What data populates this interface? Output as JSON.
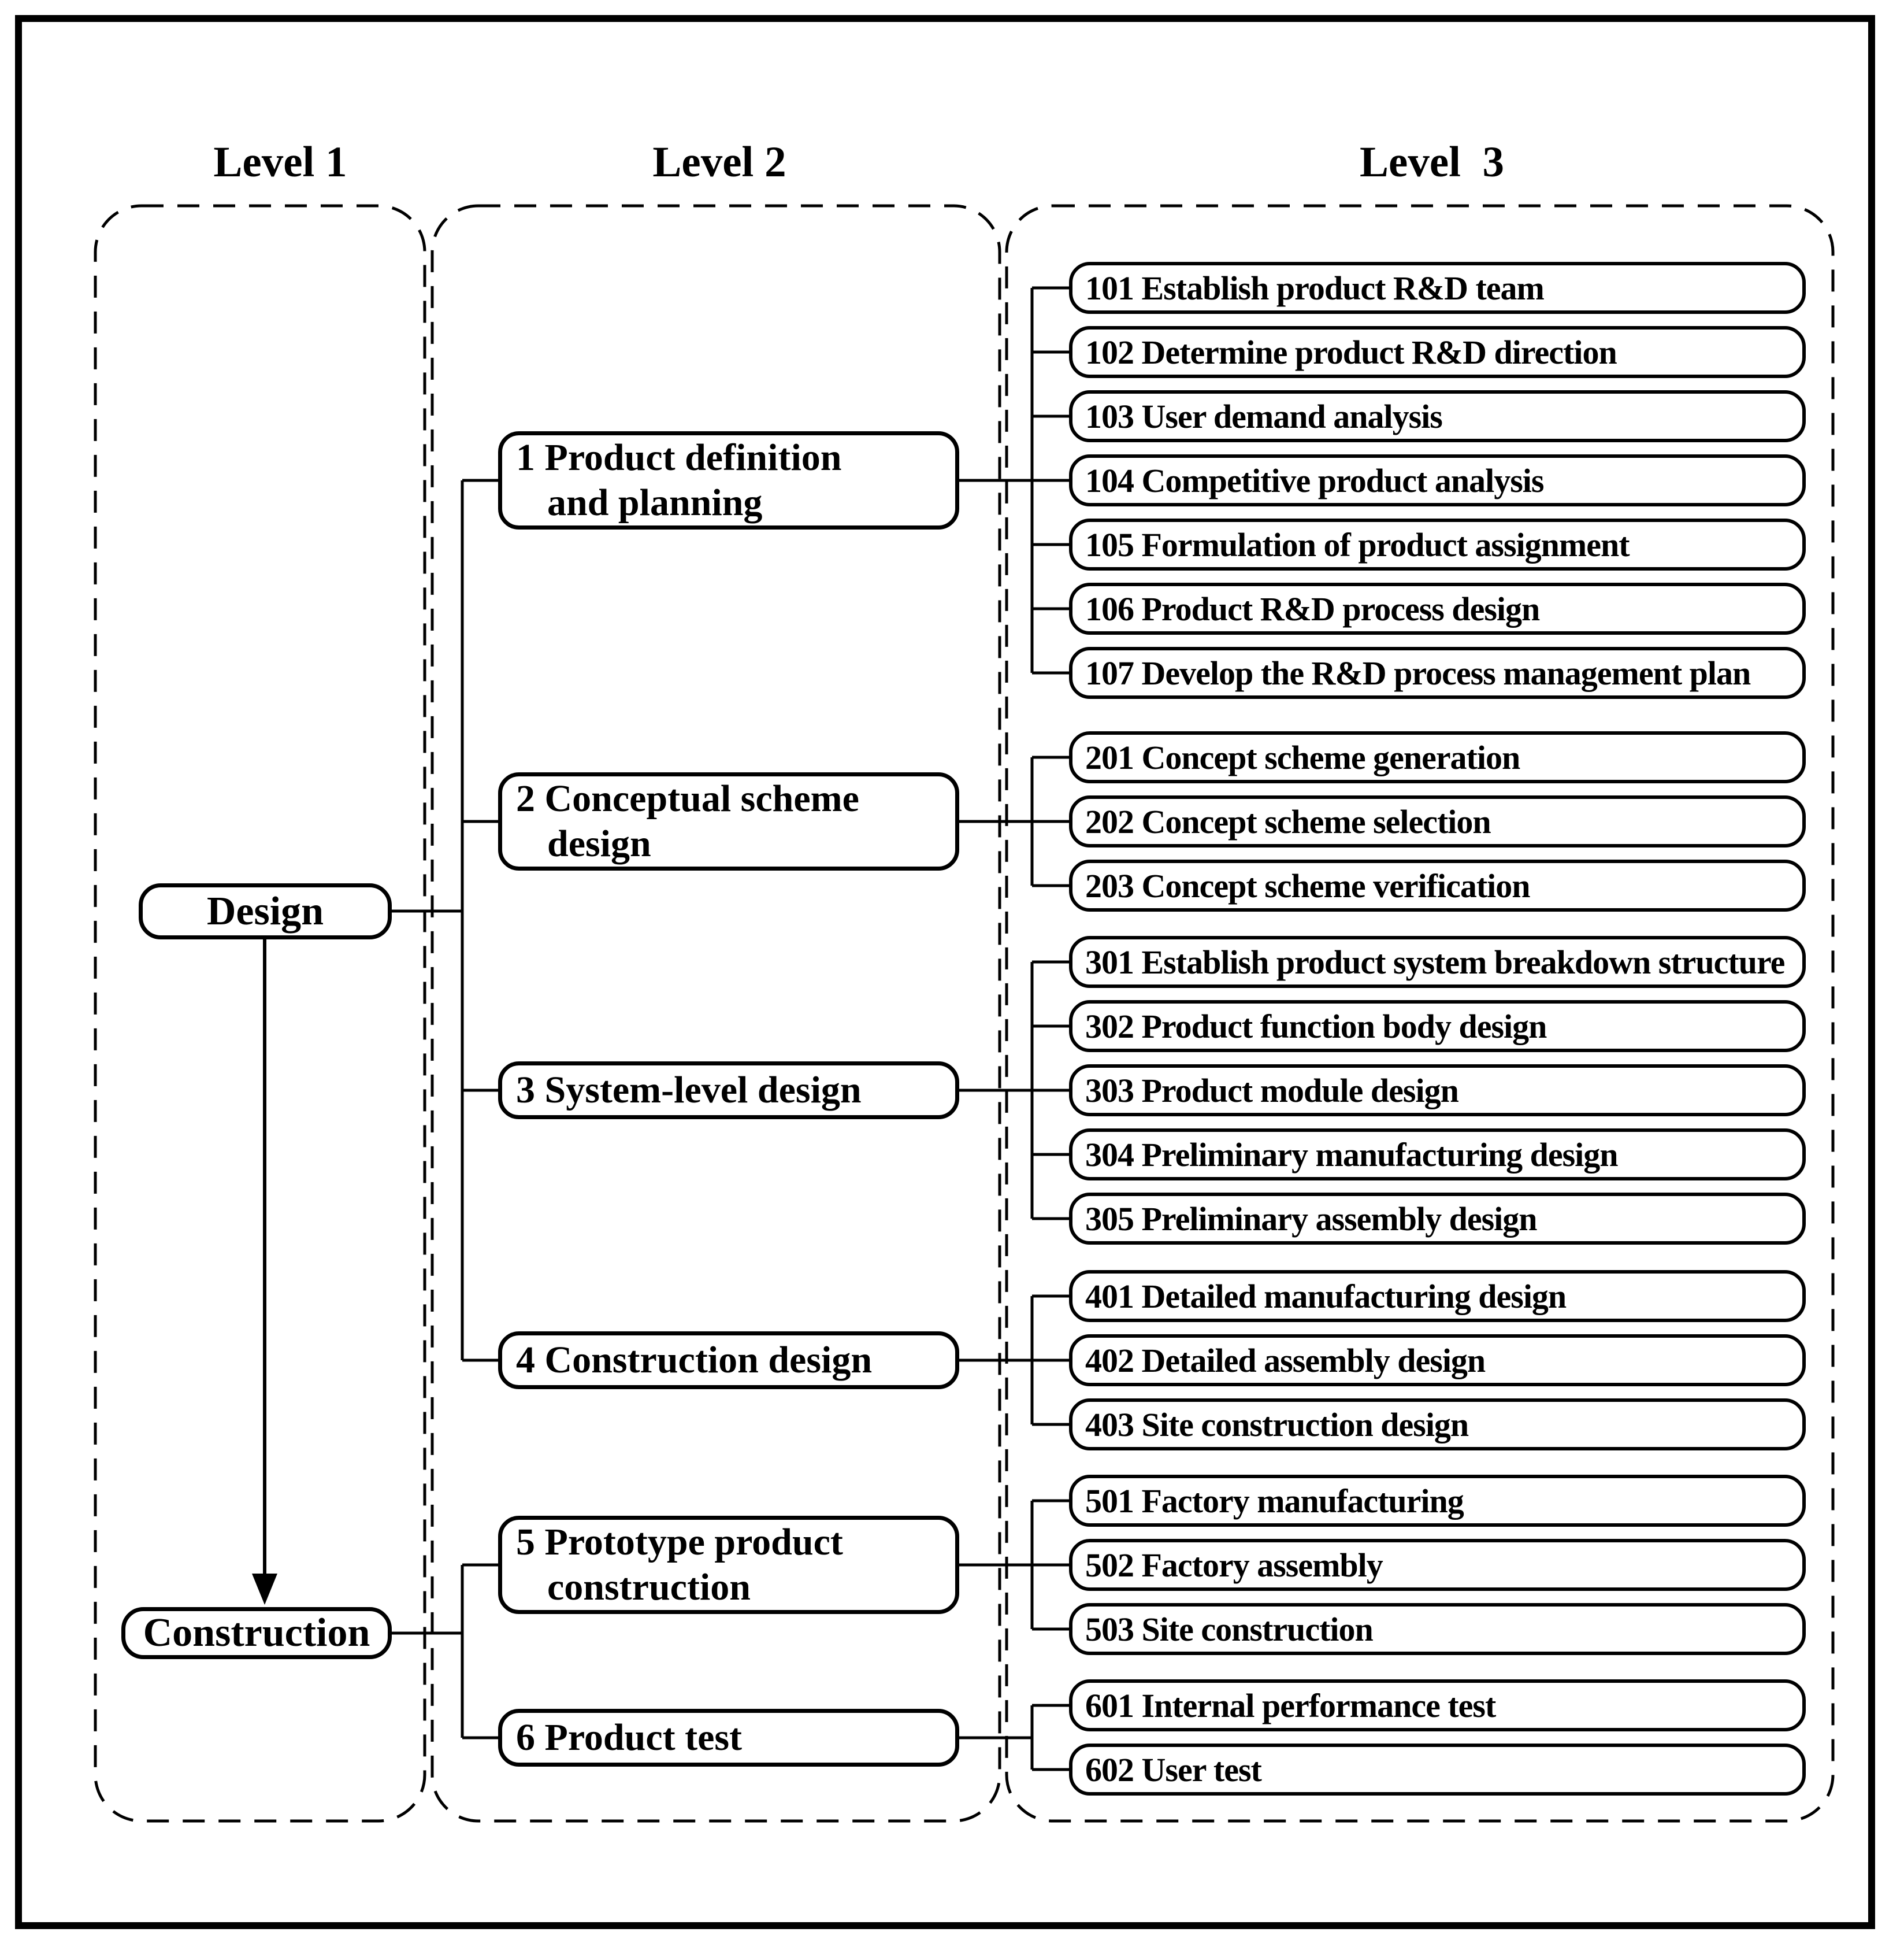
{
  "colors": {
    "ink": "#000000",
    "paper": "#ffffff"
  },
  "headers": [
    "Level 1",
    "Level 2",
    "Level  3"
  ],
  "level1": [
    {
      "label": "Design"
    },
    {
      "label": "Construction"
    }
  ],
  "level2": [
    {
      "parent": "Design",
      "label": "1 Product definition and planning",
      "lines": [
        "1 Product definition",
        "and planning"
      ],
      "items": [
        "101 Establish product R&D team",
        "102 Determine product R&D direction",
        "103 User demand analysis",
        "104 Competitive product analysis",
        "105 Formulation of product assignment",
        "106 Product R&D process design",
        "107 Develop the R&D process management plan"
      ]
    },
    {
      "parent": "Design",
      "label": "2 Conceptual scheme design",
      "lines": [
        "2 Conceptual scheme",
        "design"
      ],
      "items": [
        "201 Concept scheme generation",
        "202 Concept scheme selection",
        "203 Concept scheme verification"
      ]
    },
    {
      "parent": "Design",
      "label": "3 System-level design",
      "lines": [
        "3 System-level design"
      ],
      "items": [
        "301 Establish product system breakdown structure",
        "302 Product function body design",
        "303 Product module design",
        "304 Preliminary manufacturing design",
        "305 Preliminary assembly design"
      ]
    },
    {
      "parent": "Design",
      "label": "4 Construction design",
      "lines": [
        "4 Construction design"
      ],
      "items": [
        "401 Detailed manufacturing design",
        "402 Detailed assembly design",
        "403 Site construction design"
      ]
    },
    {
      "parent": "Construction",
      "label": "5 Prototype product construction",
      "lines": [
        "5 Prototype product",
        "construction"
      ],
      "items": [
        "501 Factory manufacturing",
        "502 Factory assembly",
        "503 Site construction"
      ]
    },
    {
      "parent": "Construction",
      "label": "6 Product test",
      "lines": [
        "6 Product test"
      ],
      "items": [
        "601 Internal performance test",
        "602 User test"
      ]
    }
  ],
  "arrow": {
    "from": "Design",
    "to": "Construction"
  }
}
